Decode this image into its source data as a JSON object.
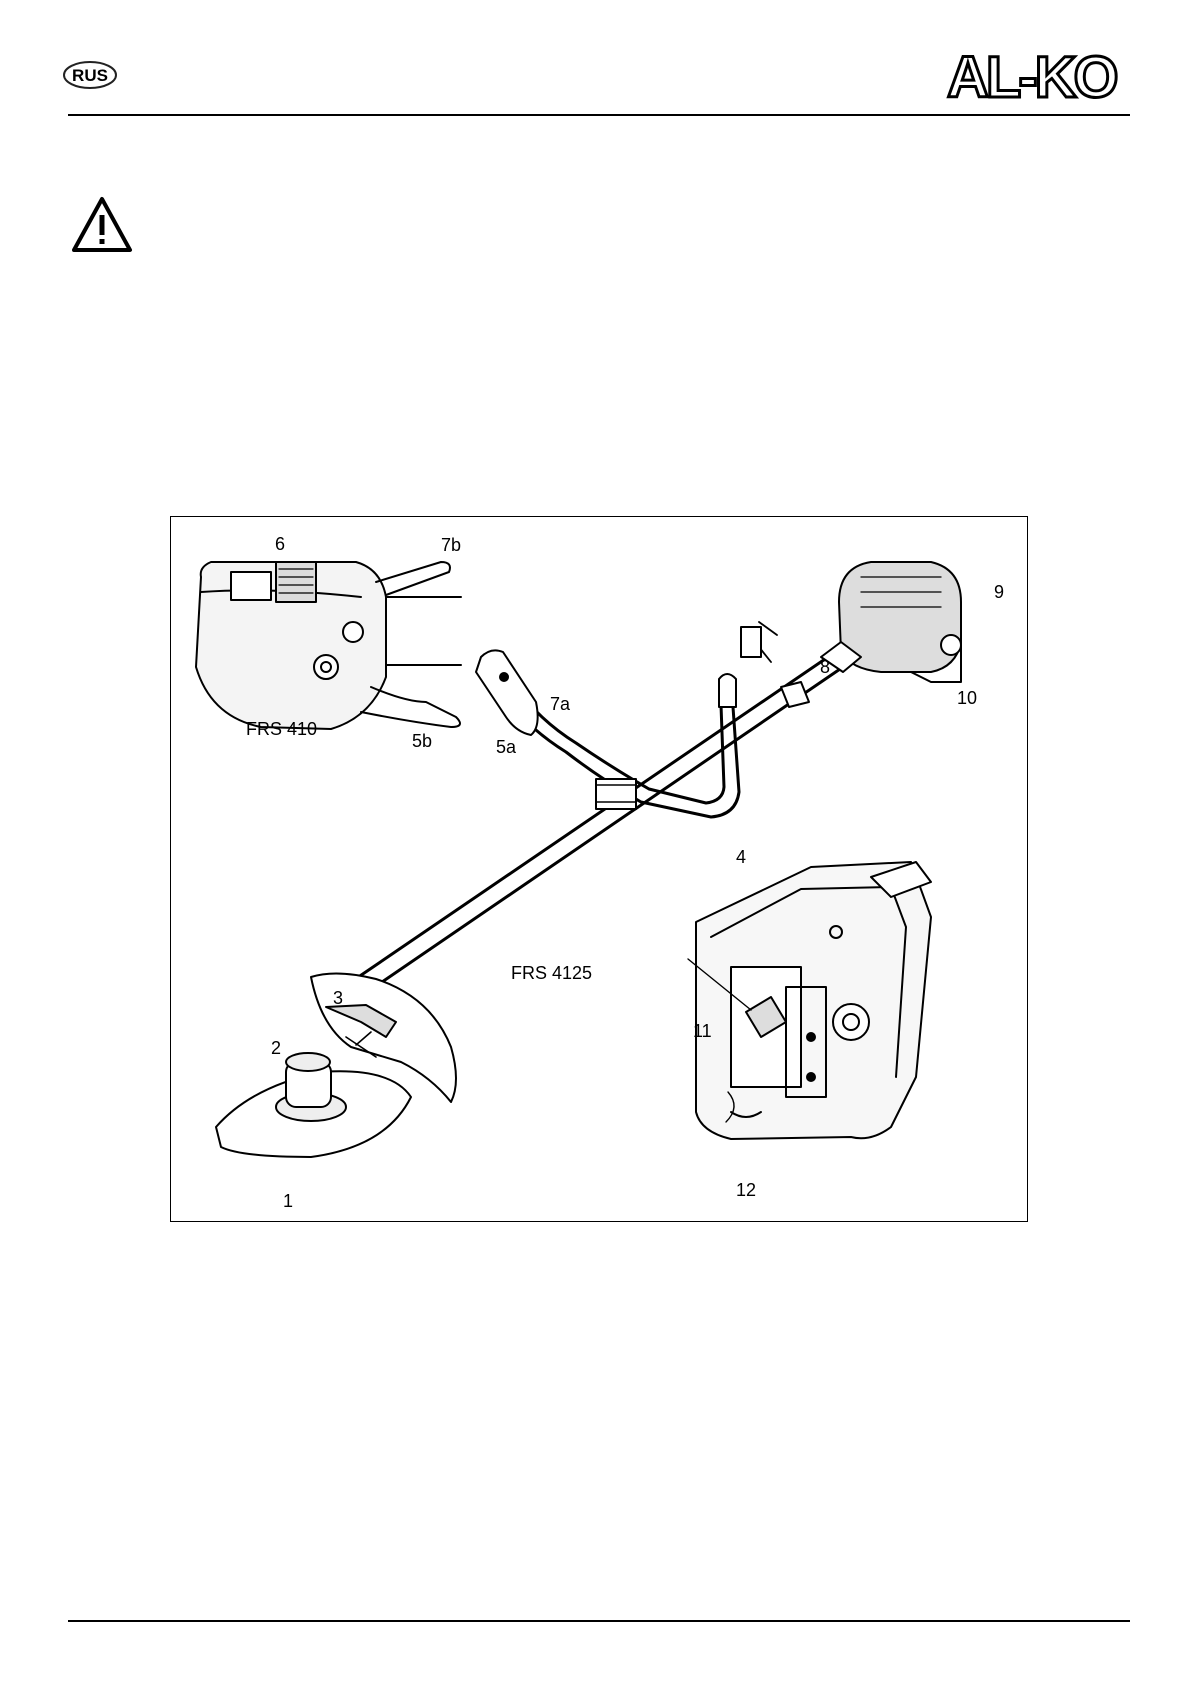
{
  "header": {
    "language_code": "RUS",
    "brand": "AL-KO"
  },
  "figure": {
    "model_labels": {
      "handle_model": "FRS 410",
      "trimmer_model": "FRS 4125"
    },
    "callouts": {
      "c1": "1",
      "c2": "2",
      "c3": "3",
      "c4": "4",
      "c5a": "5a",
      "c5b": "5b",
      "c6": "6",
      "c7a": "7a",
      "c7b": "7b",
      "c8": "8",
      "c9": "9",
      "c10": "10",
      "c11": "11",
      "c12": "12"
    }
  }
}
